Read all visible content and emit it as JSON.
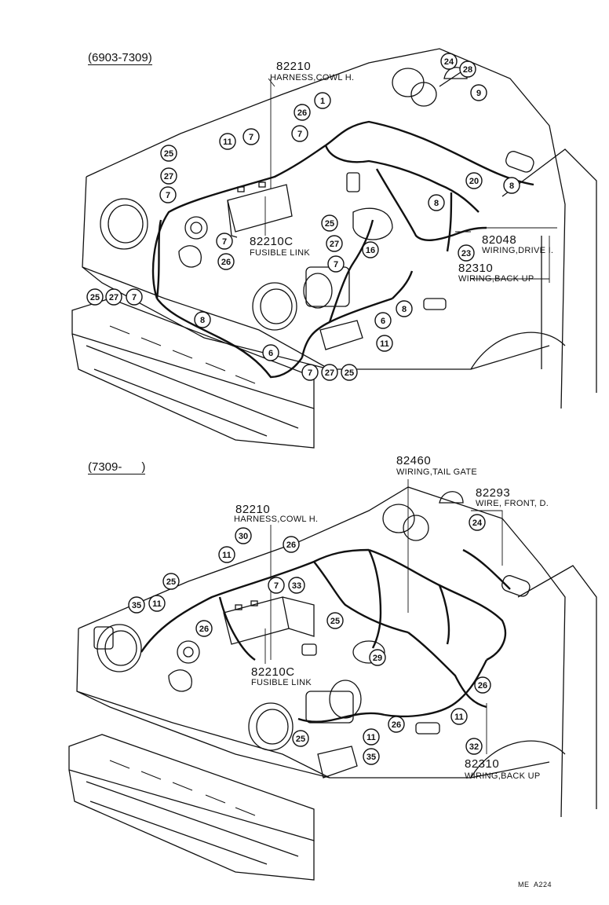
{
  "sections": [
    {
      "range": "(6903-7309)",
      "labels": [
        {
          "part": "82210",
          "desc": "HARNESS,COWL H."
        },
        {
          "part": "82210C",
          "desc": "FUSIBLE LINK"
        },
        {
          "part": "82048",
          "desc": "WIRING,DRIVE I."
        },
        {
          "part": "82310",
          "desc": "WIRING,BACK UP"
        }
      ],
      "callouts": [
        "1",
        "24",
        "28",
        "9",
        "26",
        "7",
        "11",
        "7",
        "25",
        "27",
        "7",
        "20",
        "8",
        "8",
        "25",
        "27",
        "16",
        "7",
        "26",
        "23",
        "7",
        "25",
        "27",
        "7",
        "8",
        "6",
        "6",
        "8",
        "11",
        "7",
        "27",
        "25"
      ]
    },
    {
      "range": "(7309-      )",
      "labels": [
        {
          "part": "82460",
          "desc": "WIRING,TAIL GATE"
        },
        {
          "part": "82293",
          "desc": "WIRE, FRONT, D."
        },
        {
          "part": "82210",
          "desc": "HARNESS,COWL H."
        },
        {
          "part": "82210C",
          "desc": "FUSIBLE LINK"
        },
        {
          "part": "82310",
          "desc": "WIRING,BACK UP"
        }
      ],
      "callouts": [
        "24",
        "30",
        "26",
        "11",
        "25",
        "7",
        "33",
        "35",
        "11",
        "26",
        "25",
        "29",
        "26",
        "11",
        "26",
        "25",
        "11",
        "35",
        "32"
      ]
    }
  ],
  "footer_code": "ME  A224"
}
